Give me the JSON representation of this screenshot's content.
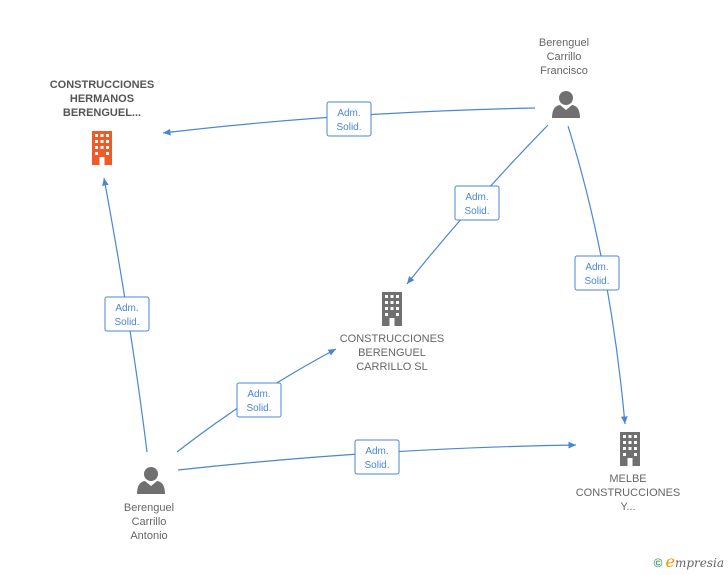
{
  "diagram": {
    "colors": {
      "edge": "#4a86d4",
      "highlight_company": "#f05a28",
      "company": "#707070",
      "person": "#707070"
    },
    "nodes": [
      {
        "id": "construcciones-hermanos",
        "type": "company",
        "highlight": true,
        "lines": [
          "CONSTRUCCIONES",
          "HERMANOS",
          "BERENGUEL..."
        ]
      },
      {
        "id": "construcciones-berenguel-carrillo",
        "type": "company",
        "highlight": false,
        "lines": [
          "CONSTRUCCIONES",
          "BERENGUEL",
          "CARRILLO SL"
        ]
      },
      {
        "id": "melbe",
        "type": "company",
        "highlight": false,
        "lines": [
          "MELBE",
          "CONSTRUCCIONES",
          "Y..."
        ]
      },
      {
        "id": "berenguel-francisco",
        "type": "person",
        "lines": [
          "Berenguel",
          "Carrillo",
          "Francisco"
        ]
      },
      {
        "id": "berenguel-antonio",
        "type": "person",
        "lines": [
          "Berenguel",
          "Carrillo",
          "Antonio"
        ]
      }
    ],
    "edges": [
      {
        "from": "berenguel-francisco",
        "to": "construcciones-hermanos",
        "label": [
          "Adm.",
          "Solid."
        ]
      },
      {
        "from": "berenguel-francisco",
        "to": "construcciones-berenguel-carrillo",
        "label": [
          "Adm.",
          "Solid."
        ]
      },
      {
        "from": "berenguel-francisco",
        "to": "melbe",
        "label": [
          "Adm.",
          "Solid."
        ]
      },
      {
        "from": "berenguel-antonio",
        "to": "construcciones-hermanos",
        "label": [
          "Adm.",
          "Solid."
        ]
      },
      {
        "from": "berenguel-antonio",
        "to": "construcciones-berenguel-carrillo",
        "label": [
          "Adm.",
          "Solid."
        ]
      },
      {
        "from": "berenguel-antonio",
        "to": "melbe",
        "label": [
          "Adm.",
          "Solid."
        ]
      }
    ]
  },
  "footer": {
    "copyright_symbol": "©",
    "brand_initial": "e",
    "brand_rest": "mpresia"
  }
}
